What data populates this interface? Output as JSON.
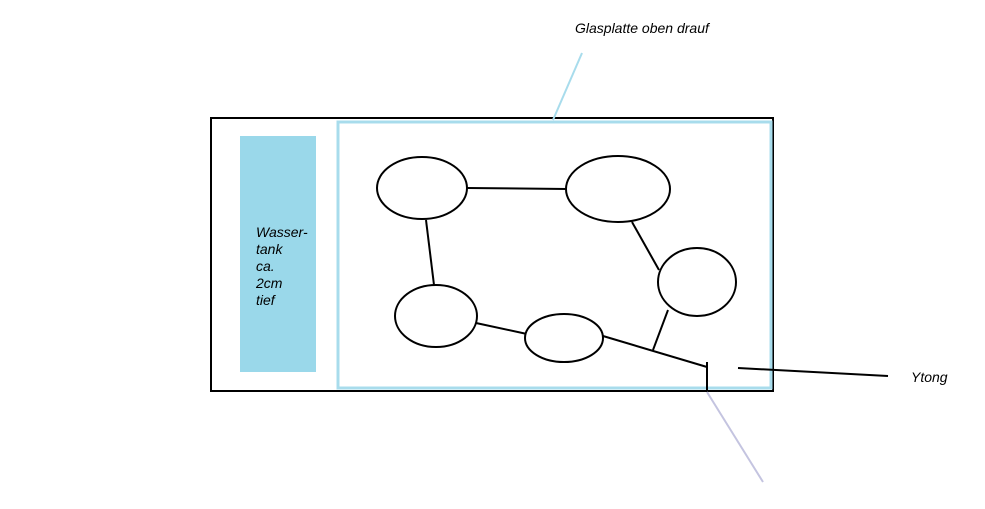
{
  "labels": {
    "glass_top": "Glasplatte oben drauf",
    "ytong": "Ytong",
    "water_tank": "Wasser-\ntank\nca.\n2cm\ntief"
  },
  "colors": {
    "outline": "#000000",
    "water_tank_fill": "#9ad8ea",
    "glass_outline": "#a8dcec",
    "glass_pointer": "#a8dcec",
    "bottom_pointer": "#c4c4e0"
  }
}
